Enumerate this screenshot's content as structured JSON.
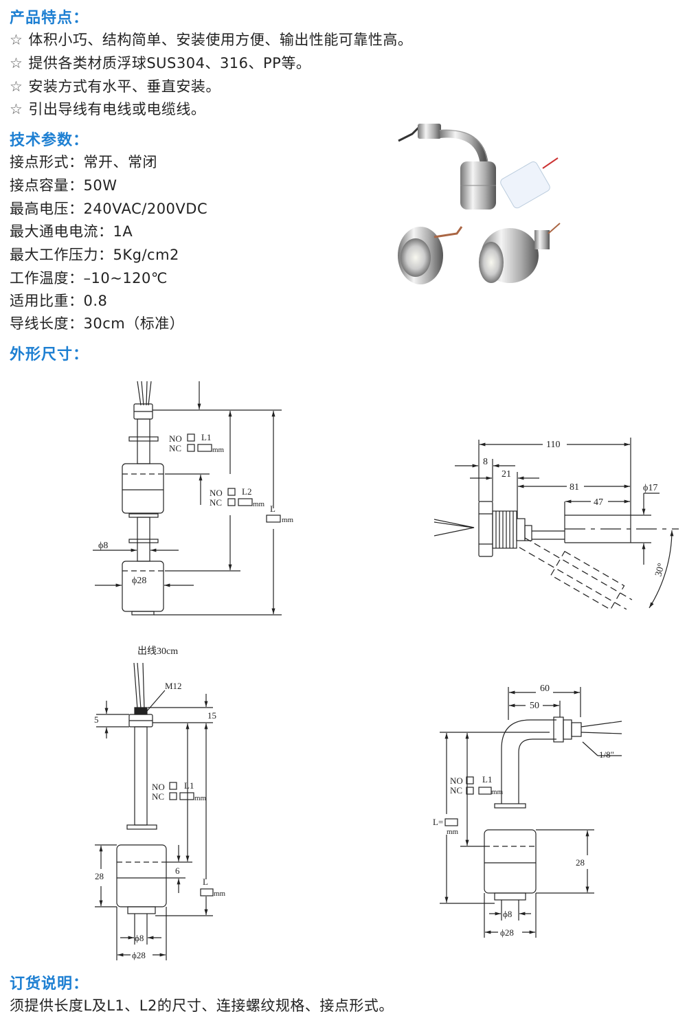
{
  "features": {
    "title": "产品特点：",
    "bullet_icon": "star-outline-icon",
    "items": [
      "体积小巧、结构简单、安装使用方便、输出性能可靠性高。",
      "提供各类材质浮球SUS304、316、PP等。",
      "安装方式有水平、垂直安装。",
      "引出导线有电线或电缆线。"
    ]
  },
  "specs": {
    "title": "技术参数：",
    "items": [
      "接点形式：常开、常闭",
      "接点容量：50W",
      "最高电压：240VAC/200VDC",
      "最大通电电流：1A",
      "最大工作压力：5Kg/cm2",
      "工作温度：–10~120℃",
      "适用比重：0.8",
      "导线长度：30cm（标准）"
    ]
  },
  "dimensions": {
    "title": "外形尺寸：",
    "d1": {
      "no": "NO",
      "nc": "NC",
      "l1": "L1",
      "l2": "L2",
      "l": "L",
      "mm": "mm",
      "d8": "ϕ8",
      "d28": "ϕ28"
    },
    "d2": {
      "v110": "110",
      "v8": "8",
      "v21": "21",
      "v81": "81",
      "v47": "47",
      "d17": "ϕ17",
      "angle": "30°"
    },
    "d3": {
      "wire": "出线30cm",
      "thread": "M12",
      "v5": "5",
      "v15": "15",
      "no": "NO",
      "nc": "NC",
      "l1": "L1",
      "mm": "mm",
      "v6": "6",
      "l": "L",
      "v28": "28",
      "d8": "ϕ8",
      "d28": "ϕ28"
    },
    "d4": {
      "v60": "60",
      "v50": "50",
      "thread": "1/8\"",
      "no": "NO",
      "nc": "NC",
      "l1": "L1",
      "mm": "mm",
      "l": "L=",
      "v28": "28",
      "d8": "ϕ8",
      "d28": "ϕ28"
    }
  },
  "order": {
    "title": "订货说明：",
    "text": "须提供长度L及L1、L2的尺寸、连接螺纹规格、接点形式。"
  },
  "colors": {
    "heading": "#1d7fd2",
    "text": "#222222"
  }
}
